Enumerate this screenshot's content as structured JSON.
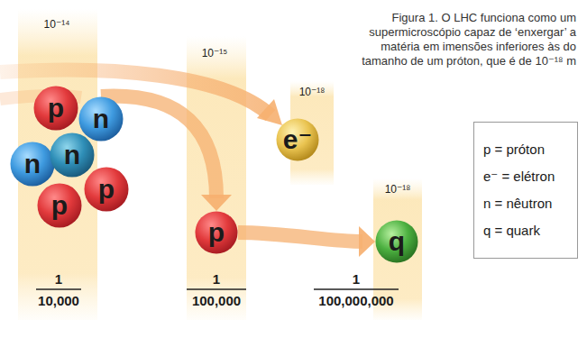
{
  "diagram": {
    "caption": "Figura 1. O LHC funciona como um supermicroscópio capaz de ‘enxergar’ a matéria em imensões inferiores às do tamanho de um próton, que é de 10⁻¹⁸ m",
    "nodes": [
      {
        "text": [
          "p"
        ]
      },
      {
        "text": [
          "n"
        ]
      },
      {
        "text": [
          "n"
        ]
      },
      {
        "text": [
          "n"
        ]
      },
      {
        "text": [
          "p"
        ]
      },
      {
        "text": [
          "p"
        ]
      },
      {
        "text": [
          "p"
        ]
      },
      {
        "text": [
          "e⁻"
        ]
      },
      {
        "text": [
          "q"
        ]
      }
    ],
    "edges": [
      {
        "from": 1,
        "to": 6,
        "arrow": "to"
      },
      {
        "from": 6,
        "to": 8,
        "arrow": "to"
      }
    ],
    "labels": [
      "10⁻¹⁴",
      "10⁻¹⁵",
      "10⁻¹⁸",
      "10⁻¹⁸",
      "1",
      "10,000",
      "1",
      "100,000",
      "1",
      "100,000,000"
    ],
    "legend": [
      {
        "text": "p = próton"
      },
      {
        "text": "e⁻ = elétron"
      },
      {
        "text": "n = nêutron"
      },
      {
        "text": "q = quark"
      }
    ]
  }
}
